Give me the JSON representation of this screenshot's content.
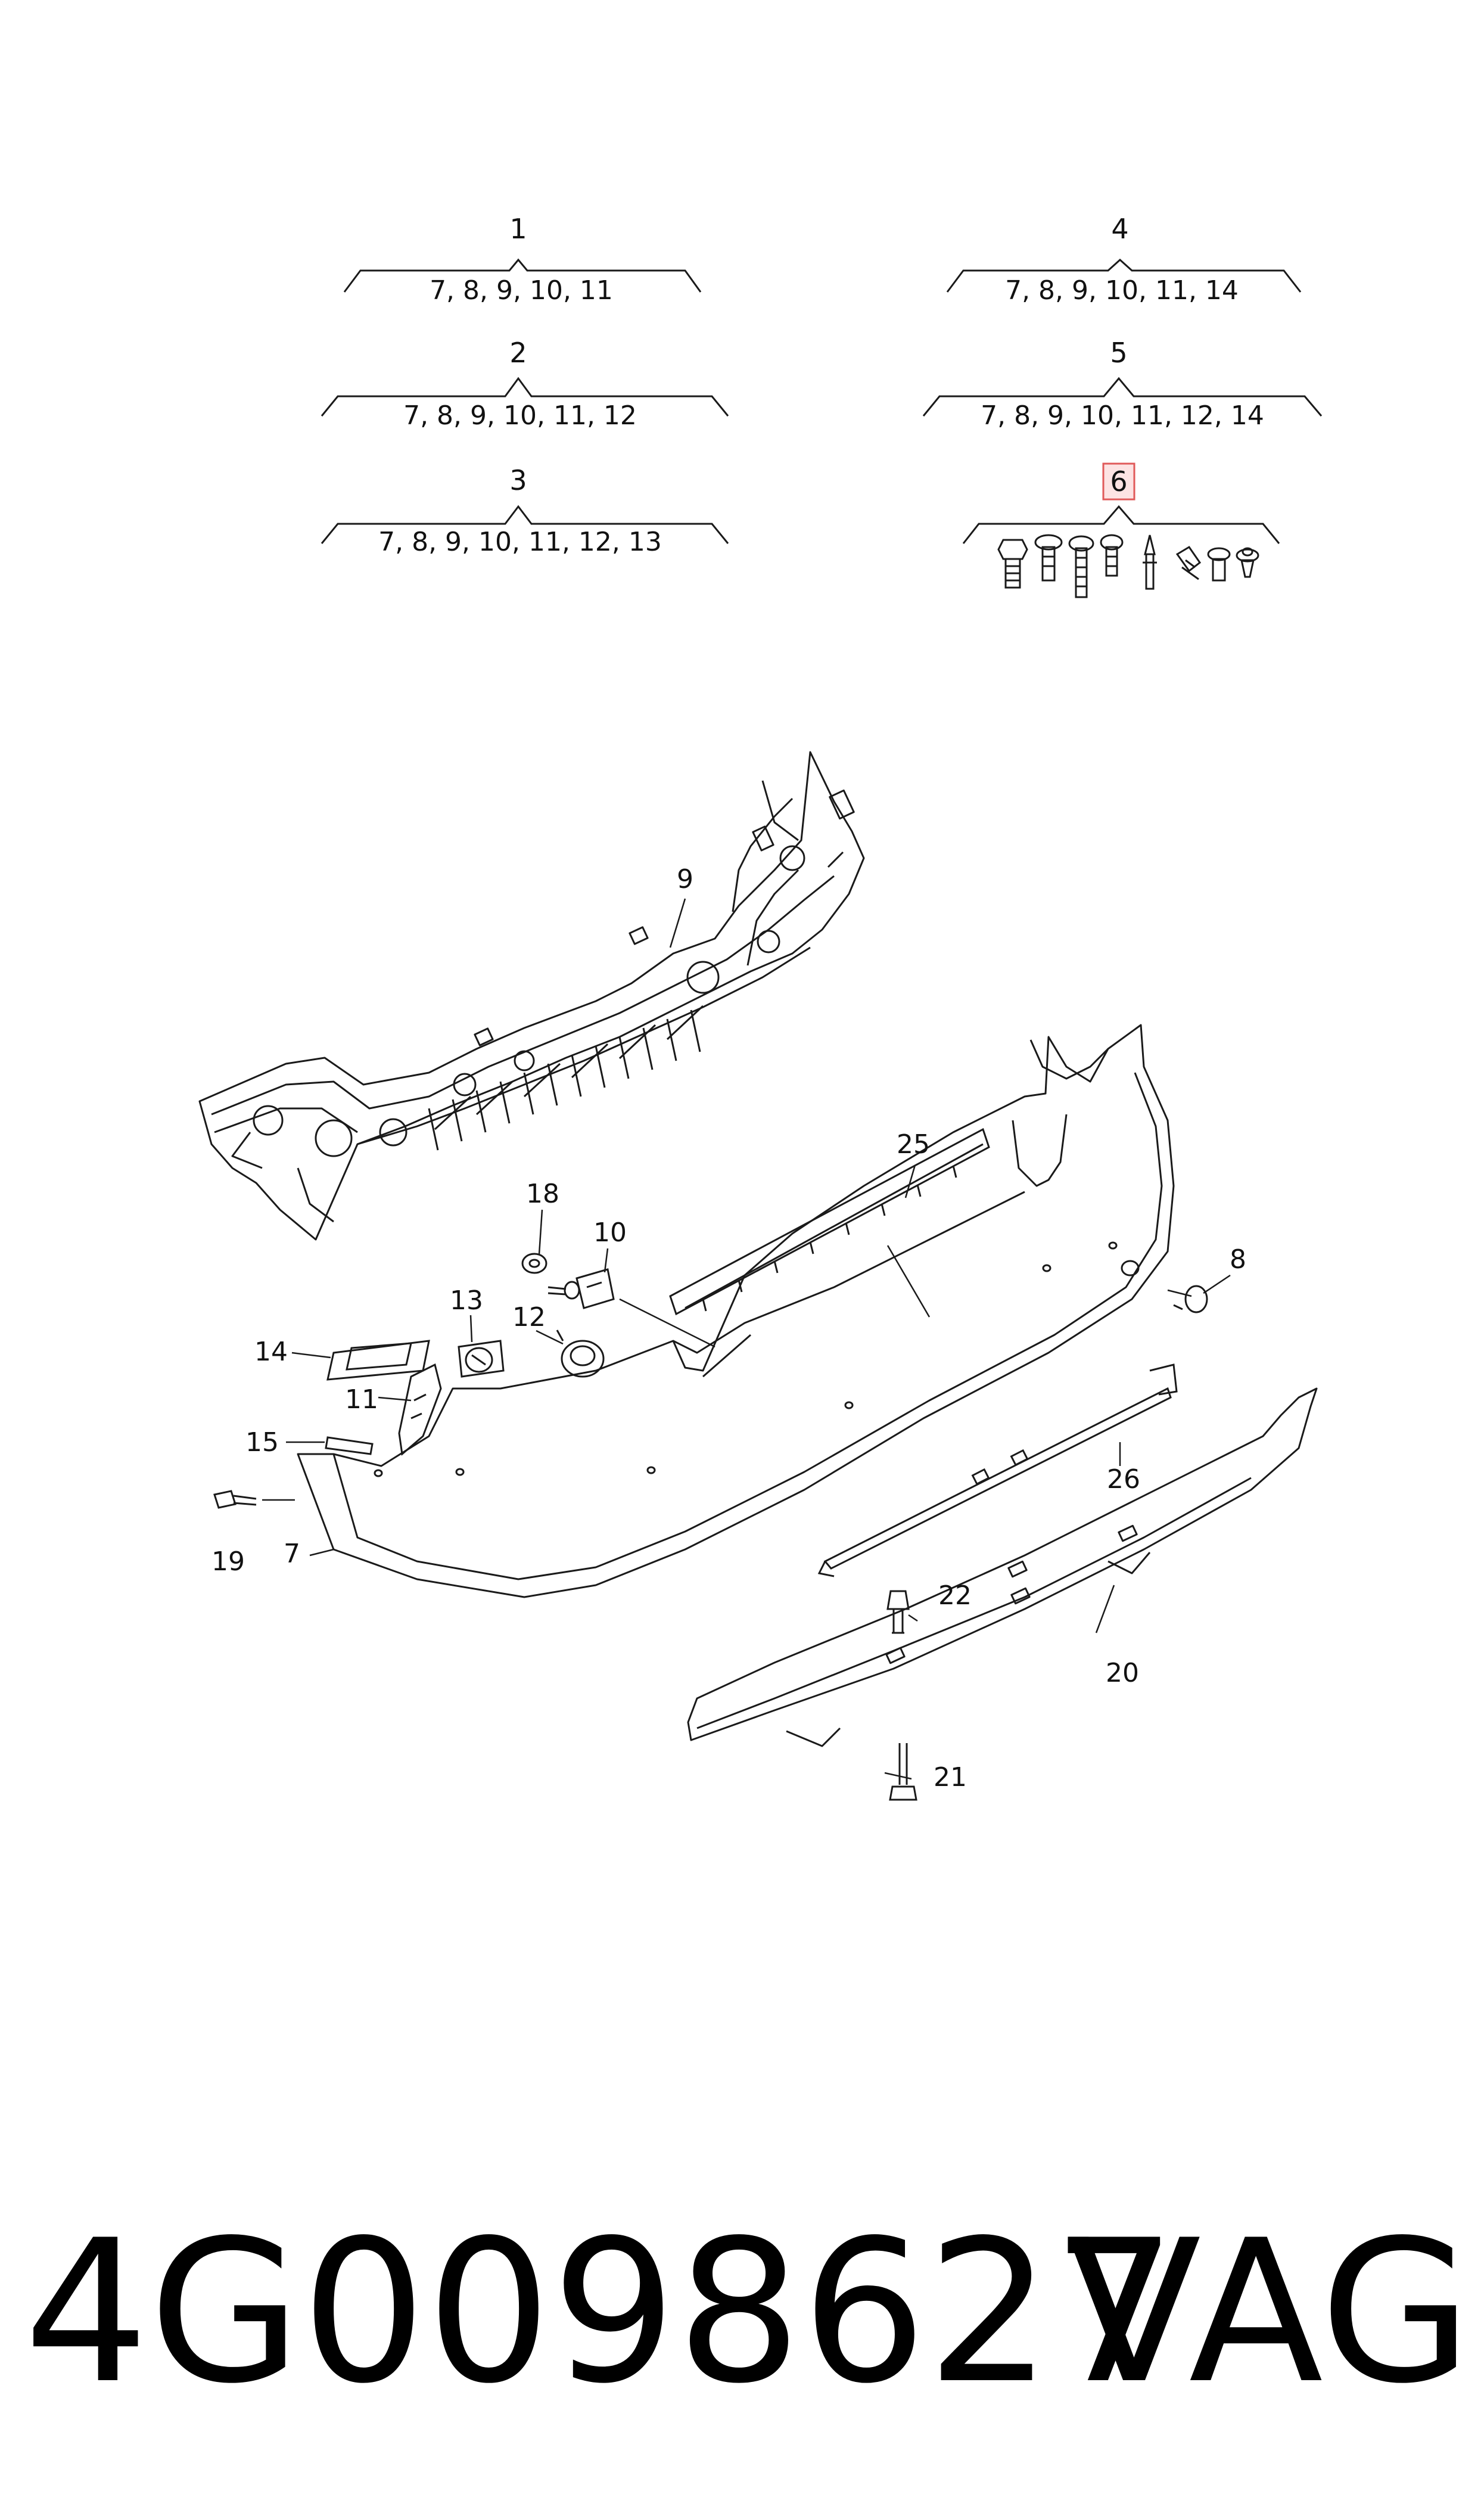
{
  "groups": [
    {
      "num": "1",
      "items": "7, 8, 9, 10, 11"
    },
    {
      "num": "2",
      "items": "7, 8, 9, 10, 11, 12"
    },
    {
      "num": "3",
      "items": "7, 8, 9, 10, 11, 12, 13"
    },
    {
      "num": "4",
      "items": "7, 8, 9, 10, 11, 14"
    },
    {
      "num": "5",
      "items": "7, 8, 9, 10, 11, 12, 14"
    },
    {
      "num": "6",
      "items": ""
    }
  ],
  "callouts": {
    "c7": "7",
    "c8": "8",
    "c9": "9",
    "c10": "10",
    "c11": "11",
    "c12": "12",
    "c13": "13",
    "c14": "14",
    "c15": "15",
    "c18": "18",
    "c19": "19",
    "c20": "20",
    "c21": "21",
    "c22": "22",
    "c25": "25",
    "c26": "26"
  },
  "footer": {
    "part_number": "4G0098627",
    "brand": "VAG"
  },
  "colors": {
    "line": "#1a1a1a",
    "highlight_border": "#e05a5a",
    "highlight_fill": "#fde3e3"
  }
}
